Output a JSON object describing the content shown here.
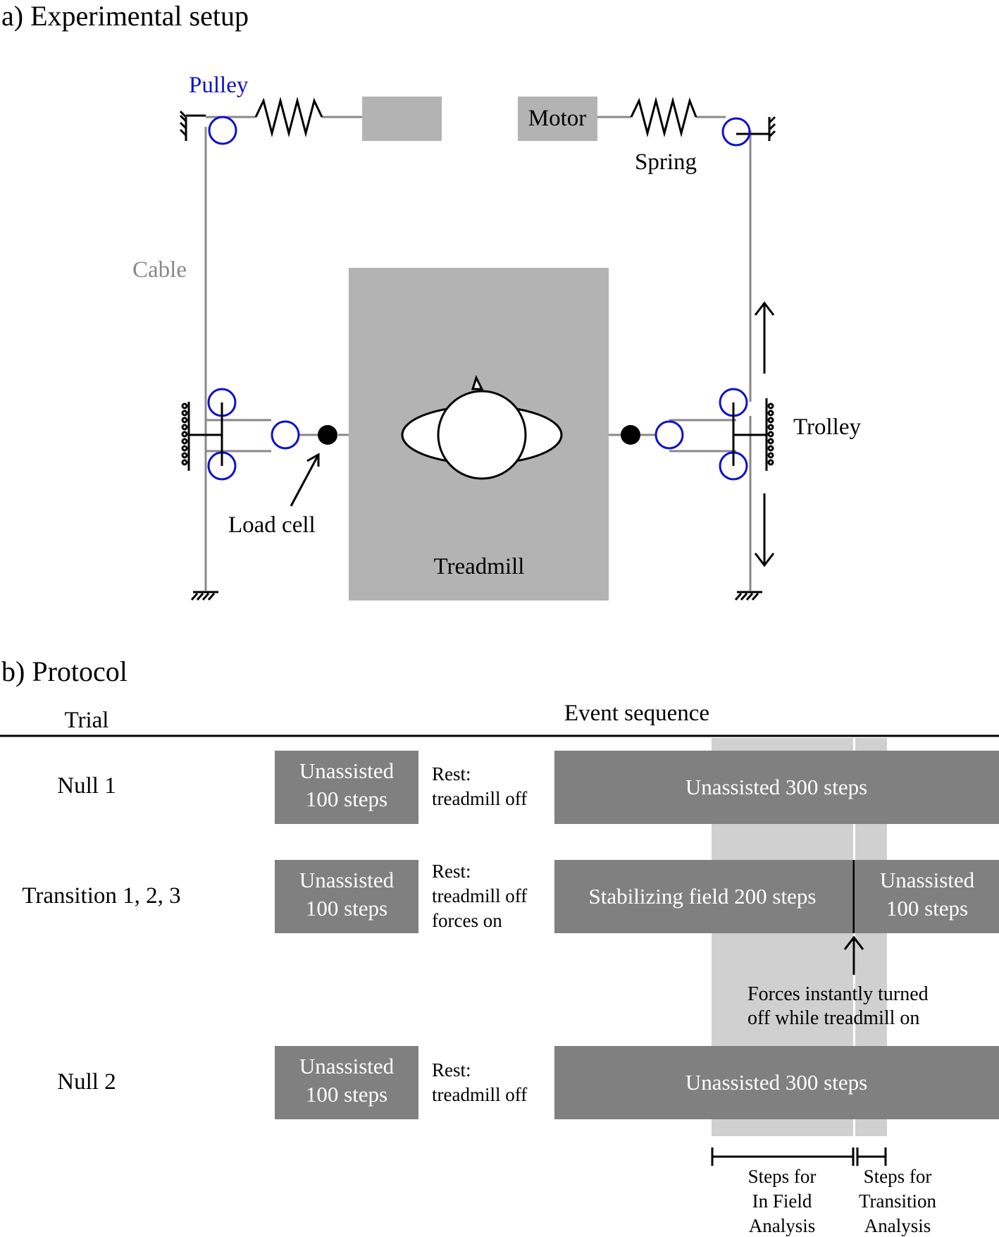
{
  "panel_a": {
    "title": "a) Experimental setup",
    "labels": {
      "pulley": "Pulley",
      "motor": "Motor",
      "spring": "Spring",
      "cable": "Cable",
      "trolley": "Trolley",
      "load_cell": "Load cell",
      "treadmill": "Treadmill"
    }
  },
  "panel_b": {
    "title": "b) Protocol",
    "col_trial": "Trial",
    "col_event": "Event sequence",
    "rows": [
      {
        "trial": "Null 1",
        "pre_line1": "Unassisted",
        "pre_line2": "100 steps",
        "rest_lines": [
          "Rest:",
          "treadmill off"
        ],
        "main": "Unassisted 300 steps"
      },
      {
        "trial": "Transition 1, 2, 3",
        "pre_line1": "Unassisted",
        "pre_line2": "100 steps",
        "rest_lines": [
          "Rest:",
          "treadmill off",
          "forces on"
        ],
        "main": "Stabilizing field 200 steps",
        "post_line1": "Unassisted",
        "post_line2": "100 steps"
      },
      {
        "trial": "Null 2",
        "pre_line1": "Unassisted",
        "pre_line2": "100 steps",
        "rest_lines": [
          "Rest:",
          "treadmill off"
        ],
        "main": "Unassisted 300 steps"
      }
    ],
    "annotation_line1": "Forces instantly turned",
    "annotation_line2": "off while treadmill on",
    "in_field": [
      "Steps for",
      "In Field",
      "Analysis"
    ],
    "transition": [
      "Steps for",
      "Transition",
      "Analysis"
    ]
  },
  "colors": {
    "pulley": "#1010cc",
    "cable": "#888888",
    "box_dark": "#808080",
    "box_mid": "#b3b3b3",
    "highlight": "#d0d0d0"
  }
}
